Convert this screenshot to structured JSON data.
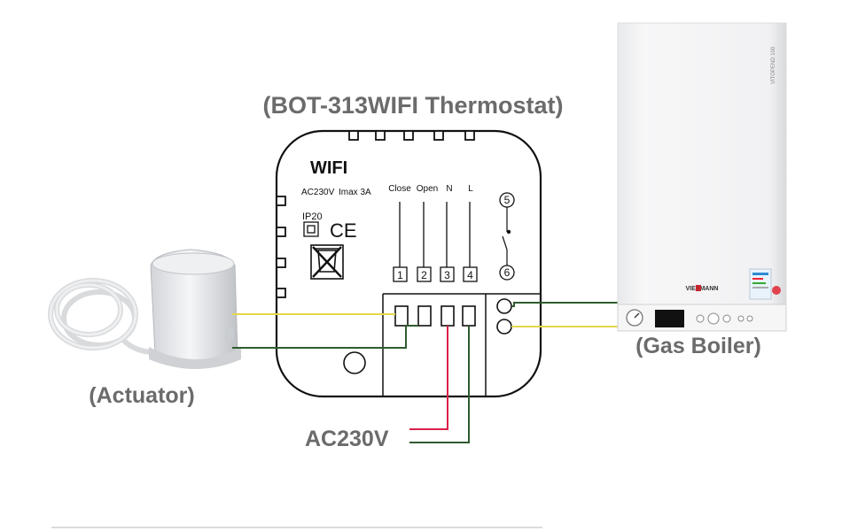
{
  "labels": {
    "thermostat_caption": "(BOT-313WIFI Thermostat)",
    "actuator_caption": "(Actuator)",
    "boiler_caption": "(Gas Boiler)",
    "power_caption": "AC230V"
  },
  "thermostat": {
    "wifi": "WIFI",
    "rating_voltage": "AC230V",
    "rating_current": "Imax 3A",
    "ip_rating": "IP20",
    "ce_mark": "CE",
    "terminals": [
      {
        "name": "Close",
        "number": "1"
      },
      {
        "name": "Open",
        "number": "2"
      },
      {
        "name": "N",
        "number": "3"
      },
      {
        "name": "L",
        "number": "4"
      }
    ],
    "relay_terminals": [
      "5",
      "6"
    ]
  },
  "boiler": {
    "brand": "VIESMANN",
    "model": "VITOPEND 100"
  },
  "colors": {
    "text_gray": "#6b6b6b",
    "wire_yellow": "#e4d84a",
    "wire_green": "#2f5c2f",
    "wire_red": "#d9204a",
    "outline": "#111111",
    "boiler_brand_red": "#c4262e"
  },
  "icons": [
    "weee-bin-icon",
    "ip20-square-icon",
    "ce-mark-icon",
    "pressure-gauge-icon"
  ]
}
